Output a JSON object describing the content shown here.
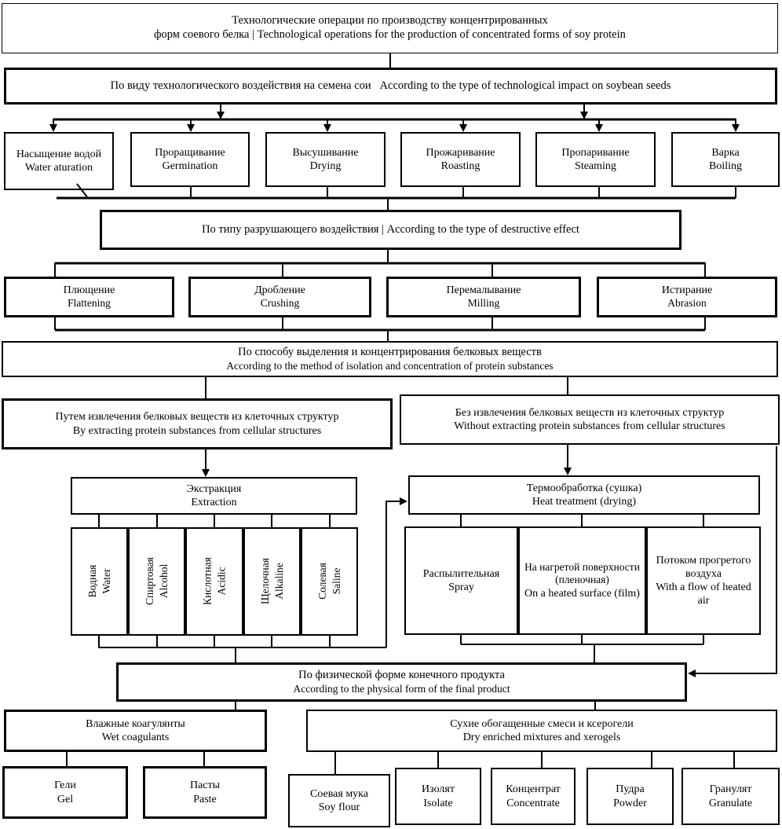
{
  "colors": {
    "background": "#ffffff",
    "line": "#000000",
    "text": "#000000"
  },
  "title": {
    "line1": "Технологические операции по производству концентрированных",
    "line2": "форм соевого белка  | Technological operations for the production of concentrated forms of soy protein"
  },
  "bands": {
    "impact": "По виду технологического воздействия на семена сои   According to the type of technological impact on soybean seeds",
    "destructive": "По типу разрушающего воздействия | According to the type of destructive effect",
    "isolation": {
      "ru": "По способу выделения и концентрирования белковых веществ",
      "en": "According to the method of isolation and concentration of protein substances"
    },
    "final_form": {
      "ru": "По физической форме конечного продукта",
      "en": "According to the physical form of the final product"
    }
  },
  "nodes": {
    "water_saturation": {
      "ru": "Насыщение водой",
      "en": "Water aturation"
    },
    "germination": {
      "ru": "Проращивание",
      "en": "Germination"
    },
    "drying": {
      "ru": "Высушивание",
      "en": "Drying"
    },
    "roasting": {
      "ru": "Прожаривание",
      "en": "Roasting"
    },
    "steaming": {
      "ru": "Пропаривание",
      "en": "Steaming"
    },
    "boiling": {
      "ru": "Варка",
      "en": "Boiling"
    },
    "flattening": {
      "ru": "Плющение",
      "en": "Flattening"
    },
    "crushing": {
      "ru": "Дробление",
      "en": "Crushing"
    },
    "milling": {
      "ru": "Перемалывание",
      "en": "Milling"
    },
    "abrasion": {
      "ru": "Истирание",
      "en": "Abrasion"
    },
    "with_extraction": {
      "ru": "Путем извлечения белковых веществ из клеточных структур",
      "en": "By extracting protein substances from cellular structures"
    },
    "without_extraction": {
      "ru": "Без извлечения белковых веществ из клеточных структур",
      "en": "Without extracting protein substances from cellular structures"
    },
    "extraction": {
      "ru": "Экстракция",
      "en": "Extraction"
    },
    "heat_treatment": {
      "ru": "Термообработка (сушка)",
      "en": "Heat treatment (drying)"
    },
    "water_medium": {
      "ru": "Водная",
      "en": "Water"
    },
    "alcohol_medium": {
      "ru": "Спиртовая",
      "en": "Alcohol"
    },
    "acidic_medium": {
      "ru": "Кислотная",
      "en": "Acidic"
    },
    "alkaline_medium": {
      "ru": "Щелочная",
      "en": "Alkaline"
    },
    "saline_medium": {
      "ru": "Солевая",
      "en": "Saline"
    },
    "spray_drying": {
      "ru": "Распылительная",
      "en": "Spray"
    },
    "film_drying": {
      "ru": "На нагретой поверхности (пленочная)",
      "en": "On a heated surface (film)"
    },
    "airflow_drying": {
      "ru": "Потоком прогретого воздуха",
      "en": "With a flow of heated air"
    },
    "wet_coagulants": {
      "ru": "Влажные коагулянты",
      "en": "Wet coagulants"
    },
    "dry_mixtures": {
      "ru": "Сухие обогащенные смеси и ксерогели",
      "en": "Dry enriched mixtures and xerogels"
    },
    "gel": {
      "ru": "Гели",
      "en": "Gel"
    },
    "paste": {
      "ru": "Пасты",
      "en": "Paste"
    },
    "soy_flour": {
      "ru": "Соевая мука",
      "en": "Soy flour"
    },
    "isolate": {
      "ru": "Изолят",
      "en": "Isolate"
    },
    "concentrate": {
      "ru": "Концентрат",
      "en": "Concentrate"
    },
    "powder": {
      "ru": "Пудра",
      "en": "Powder"
    },
    "granulate": {
      "ru": "Гранулят",
      "en": "Granulate"
    }
  }
}
